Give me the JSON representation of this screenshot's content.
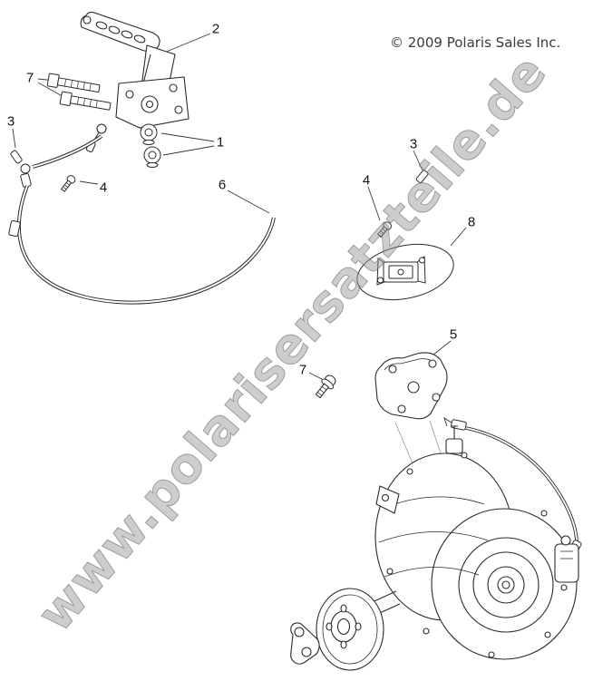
{
  "page": {
    "copyright": "© 2009 Polaris Sales Inc.",
    "watermark": "www.polarisersatzteile.de"
  },
  "callouts": {
    "c2": "2",
    "c7_left": "7",
    "c3_left": "3",
    "c1": "1",
    "c4_left": "4",
    "c6": "6",
    "c3_right": "3",
    "c4_right": "4",
    "c8": "8",
    "c5": "5",
    "c7_mid": "7"
  }
}
